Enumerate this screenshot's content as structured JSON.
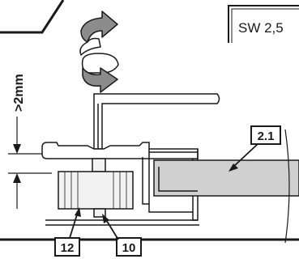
{
  "wrench_label": "SW 2,5",
  "clearance_label": ">2mm",
  "callouts": {
    "profile": "2.1",
    "screw": "12",
    "pin": "10"
  },
  "icons": {
    "loosen": "counterclockwise-arrow-icon",
    "tighten": "clockwise-arrow-icon"
  },
  "colors": {
    "line": "#1a1a1a",
    "arrow_fill": "#8c8c8c",
    "profile_fill": "#d0d0d0",
    "screw_fill": "#f2f2f2"
  }
}
